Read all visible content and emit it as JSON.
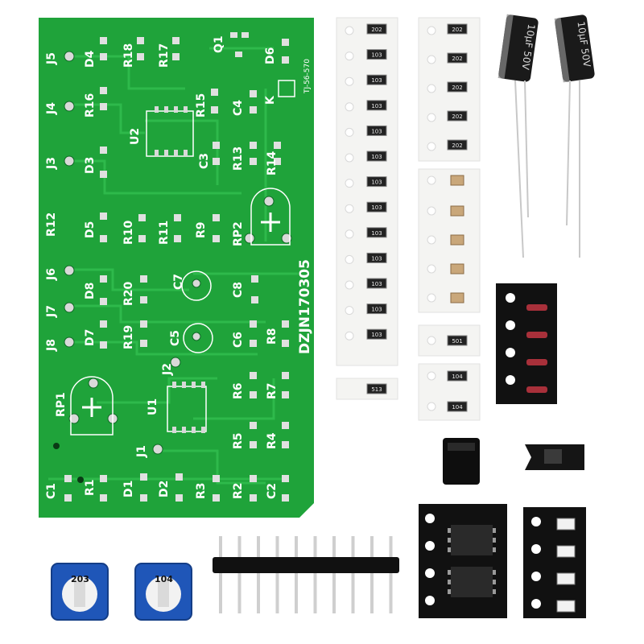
{
  "colors": {
    "background": "#ffffff",
    "pcb": "#1fa33a",
    "pcb_trace": "#2fc24c",
    "silkscreen": "#ffffff",
    "pad": "#d8d8d8",
    "tape": "#f4f4f2",
    "black_tape": "#111111",
    "capacitor": "#1a1a1a",
    "potentiometer": "#1f56b8"
  },
  "board": {
    "version_text": "DZJN170305",
    "code_text": "TJ-56-570",
    "labels_right": [
      "J5",
      "J4",
      "J3",
      "R12",
      "J6",
      "J7",
      "J8",
      "RP1",
      "C1"
    ],
    "labels_row1": [
      "D4",
      "R18",
      "R17",
      "Q1",
      "D6"
    ],
    "labels_row2": [
      "R16",
      "R15",
      "C4",
      "K"
    ],
    "labels_row3": [
      "U2",
      "C3",
      "R13",
      "R14",
      "D3"
    ],
    "labels_row4": [
      "D5",
      "R10",
      "R11",
      "R9",
      "RP2"
    ],
    "labels_row5": [
      "D8",
      "R20",
      "C7",
      "C8"
    ],
    "labels_row6": [
      "D7",
      "R19",
      "C5",
      "C6",
      "R8"
    ],
    "labels_row7": [
      "J2",
      "U1",
      "R6",
      "R7",
      "R5",
      "R4"
    ],
    "labels_row8": [
      "J1",
      "R1",
      "D1",
      "D2",
      "R3",
      "R2",
      "C2"
    ]
  },
  "tape_left": {
    "codes": [
      "202",
      "103",
      "103",
      "103",
      "103",
      "103",
      "103",
      "103",
      "103",
      "103",
      "103",
      "103",
      "103",
      "513"
    ]
  },
  "tape_mid": {
    "codes": [
      "202",
      "202",
      "202",
      "202",
      "202"
    ],
    "codes_lower": [
      "501",
      "104",
      "104"
    ]
  },
  "capacitors": [
    {
      "label": "10µF 50V"
    },
    {
      "label": "10µF 50V"
    }
  ],
  "potentiometers": [
    {
      "code": "203"
    },
    {
      "code": "104"
    }
  ]
}
